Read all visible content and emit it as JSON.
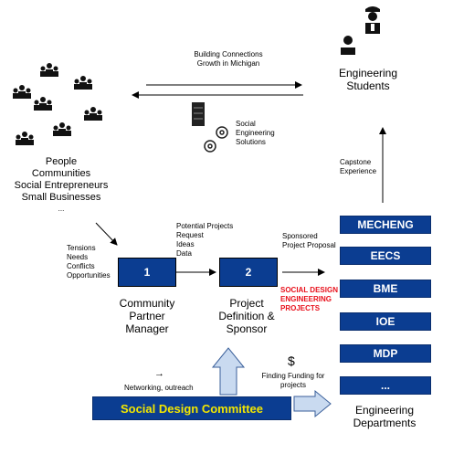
{
  "top_arrow": {
    "line1": "Building Connections",
    "line2": "Growth in Michigan"
  },
  "solutions": {
    "line1": "Social",
    "line2": "Engineering",
    "line3": "Solutions"
  },
  "students": {
    "line1": "Engineering",
    "line2": "Students"
  },
  "capstone": {
    "line1": "Capstone",
    "line2": "Experience"
  },
  "people": {
    "lines": [
      "People",
      "Communities",
      "Social Entrepreneurs",
      "Small Businesses",
      "..."
    ]
  },
  "tensions": {
    "lines": [
      "Tensions",
      "Needs",
      "Conflicts",
      "Opportunities"
    ]
  },
  "box1": {
    "number": "1",
    "label_lines": [
      "Community",
      "Partner",
      "Manager"
    ]
  },
  "box2": {
    "number": "2",
    "label_lines": [
      "Project",
      "Definition &",
      "Sponsor"
    ]
  },
  "potential": {
    "lines": [
      "Potential Projects",
      "Request",
      "Ideas",
      "Data"
    ]
  },
  "sponsored": {
    "line1": "Sponsored",
    "line2": "Project Proposal"
  },
  "sdep": {
    "line1": "SOCIAL DESIGN",
    "line2": "ENGINEERING",
    "line3": "PROJECTS"
  },
  "departments": [
    "MECHENG",
    "EECS",
    "BME",
    "IOE",
    "MDP",
    "..."
  ],
  "dept_label": {
    "line1": "Engineering",
    "line2": "Departments"
  },
  "networking": {
    "arrow": "→",
    "text": "Networking, outreach"
  },
  "funding": {
    "symbol": "$",
    "line1": "Finding Funding for",
    "line2": "projects"
  },
  "committee": {
    "label": "Social Design Committee",
    "color": "#f2e600"
  },
  "colors": {
    "box_blue": "#0b3d91",
    "sdep_red": "#e8101b",
    "light_arrow": "#c9daf0"
  }
}
